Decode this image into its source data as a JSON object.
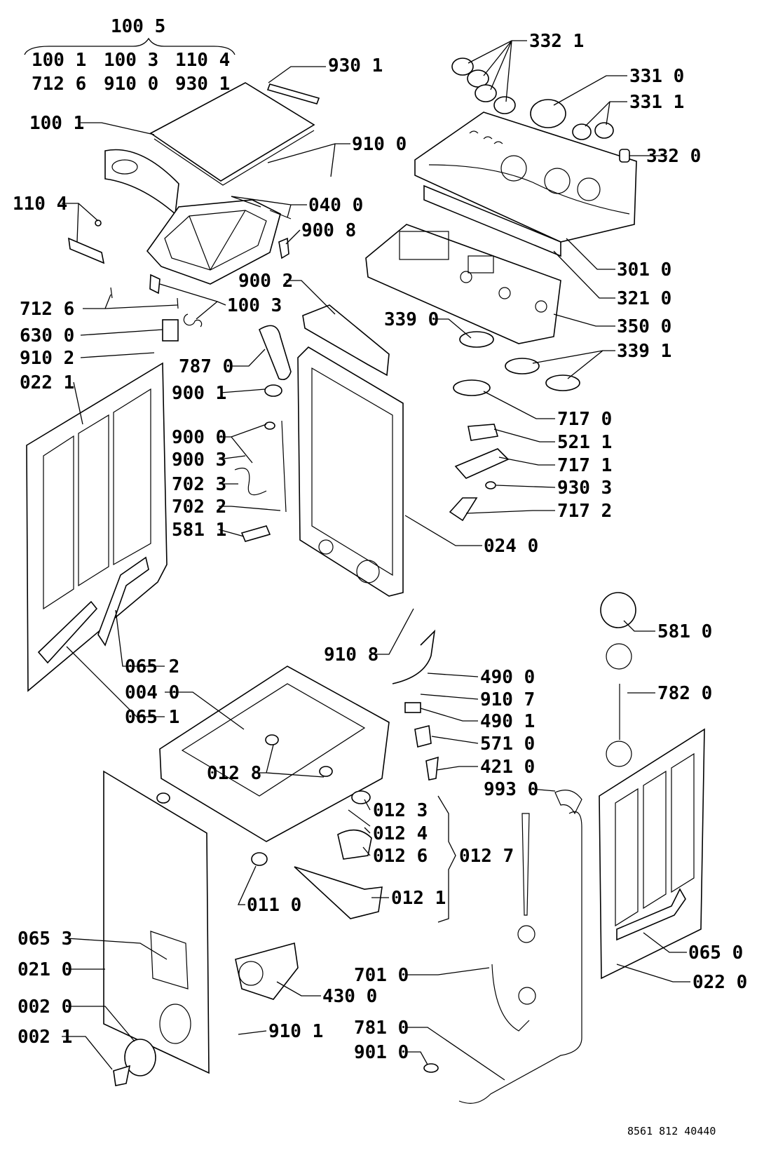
{
  "drawing_code": "8561 812 40440",
  "group_header": {
    "top": "100 5",
    "row1": [
      "100 1",
      "100 3",
      "110 4"
    ],
    "row2": [
      "712 6",
      "910 0",
      "930 1"
    ]
  },
  "callouts": [
    {
      "id": "c9301a",
      "text": "930 1"
    },
    {
      "id": "c3321",
      "text": "332 1"
    },
    {
      "id": "c1001",
      "text": "100 1"
    },
    {
      "id": "c3310",
      "text": "331 0"
    },
    {
      "id": "c3311",
      "text": "331 1"
    },
    {
      "id": "c9100",
      "text": "910 0"
    },
    {
      "id": "c3320",
      "text": "332 0"
    },
    {
      "id": "c1104",
      "text": "110 4"
    },
    {
      "id": "c0400",
      "text": "040 0"
    },
    {
      "id": "c9008",
      "text": "900 8"
    },
    {
      "id": "c3010",
      "text": "301 0"
    },
    {
      "id": "c9002",
      "text": "900 2"
    },
    {
      "id": "c3210",
      "text": "321 0"
    },
    {
      "id": "c7126",
      "text": "712 6"
    },
    {
      "id": "c1003",
      "text": "100 3"
    },
    {
      "id": "c6300",
      "text": "630 0"
    },
    {
      "id": "c3390",
      "text": "339 0"
    },
    {
      "id": "c3500",
      "text": "350 0"
    },
    {
      "id": "c9102",
      "text": "910 2"
    },
    {
      "id": "c3391",
      "text": "339 1"
    },
    {
      "id": "c7870",
      "text": "787 0"
    },
    {
      "id": "c0221",
      "text": "022 1"
    },
    {
      "id": "c9001",
      "text": "900 1"
    },
    {
      "id": "c7170",
      "text": "717 0"
    },
    {
      "id": "c5211",
      "text": "521 1"
    },
    {
      "id": "c9000",
      "text": "900 0"
    },
    {
      "id": "c7171",
      "text": "717 1"
    },
    {
      "id": "c9003",
      "text": "900 3"
    },
    {
      "id": "c9303",
      "text": "930 3"
    },
    {
      "id": "c7023",
      "text": "702 3"
    },
    {
      "id": "c7172",
      "text": "717 2"
    },
    {
      "id": "c7022",
      "text": "702 2"
    },
    {
      "id": "c5811",
      "text": "581 1"
    },
    {
      "id": "c0240",
      "text": "024 0"
    },
    {
      "id": "c5810",
      "text": "581 0"
    },
    {
      "id": "c9108",
      "text": "910 8"
    },
    {
      "id": "c0652",
      "text": "065 2"
    },
    {
      "id": "c4900",
      "text": "490 0"
    },
    {
      "id": "c0040",
      "text": "004 0"
    },
    {
      "id": "c9107",
      "text": "910 7"
    },
    {
      "id": "c7820",
      "text": "782 0"
    },
    {
      "id": "c0651",
      "text": "065 1"
    },
    {
      "id": "c4901",
      "text": "490 1"
    },
    {
      "id": "c5710",
      "text": "571 0"
    },
    {
      "id": "c0128",
      "text": "012 8"
    },
    {
      "id": "c4210",
      "text": "421 0"
    },
    {
      "id": "c9930",
      "text": "993 0"
    },
    {
      "id": "c0123",
      "text": "012 3"
    },
    {
      "id": "c0124",
      "text": "012 4"
    },
    {
      "id": "c0126",
      "text": "012 6"
    },
    {
      "id": "c0127",
      "text": "012 7"
    },
    {
      "id": "c0110",
      "text": "011 0"
    },
    {
      "id": "c0121",
      "text": "012 1"
    },
    {
      "id": "c0653",
      "text": "065 3"
    },
    {
      "id": "c0650",
      "text": "065 0"
    },
    {
      "id": "c0210",
      "text": "021 0"
    },
    {
      "id": "c7010",
      "text": "701 0"
    },
    {
      "id": "c4300",
      "text": "430 0"
    },
    {
      "id": "c0220",
      "text": "022 0"
    },
    {
      "id": "c0020",
      "text": "002 0"
    },
    {
      "id": "c9101",
      "text": "910 1"
    },
    {
      "id": "c7810",
      "text": "781 0"
    },
    {
      "id": "c0021",
      "text": "002 1"
    },
    {
      "id": "c9010",
      "text": "901 0"
    }
  ]
}
